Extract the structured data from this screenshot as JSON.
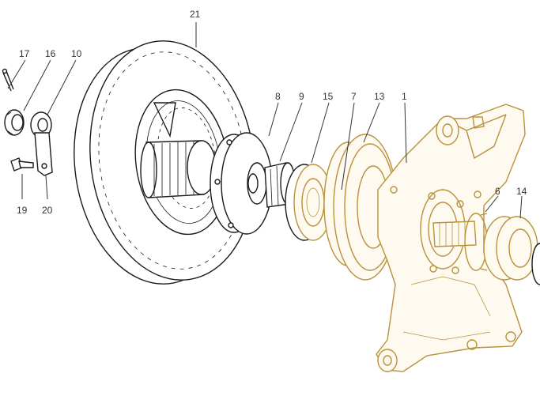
{
  "diagram": {
    "labels": {
      "p1": "1",
      "p6": "6",
      "p7": "7",
      "p8": "8",
      "p9": "9",
      "p10": "10",
      "p13": "13",
      "p14": "14",
      "p15": "15",
      "p16": "16",
      "p17": "17",
      "p19": "19",
      "p20": "20",
      "p21": "21"
    }
  },
  "colors": {
    "ink": "#1a1a1a",
    "gold": "#b8923c",
    "text": "#333333"
  }
}
